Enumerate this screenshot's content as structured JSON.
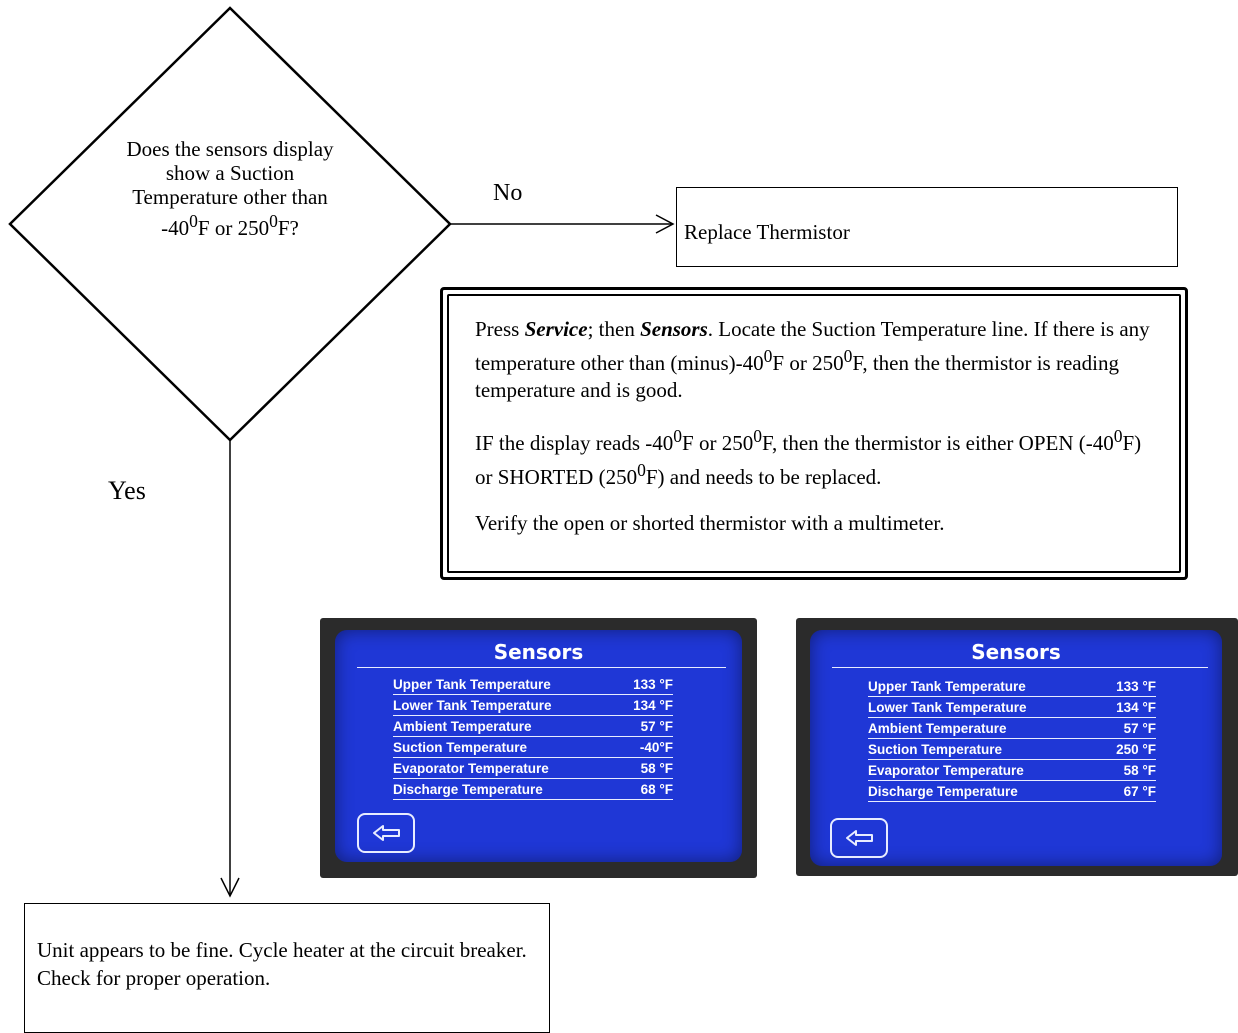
{
  "decision": {
    "question_html": "Does the sensors display show a Suction Temperature other than -40<sup>0</sup>F or 250<sup>0</sup>F?"
  },
  "branches": {
    "no_label": "No",
    "yes_label": "Yes"
  },
  "replace_box": {
    "text": "Replace Thermistor"
  },
  "note_box": {
    "paragraph1_html": "Press <b><i>Service</i></b>; then <b><i>Sensors</i></b>. Locate the Suction Temperature line. If there is any temperature other than (minus)-40<sup>0</sup>F or 250<sup>0</sup>F, then the thermistor is reading temperature and is good.",
    "paragraph2_html": "IF the display reads -40<sup>0</sup>F or 250<sup>0</sup>F, then the thermistor is either OPEN (-40<sup>0</sup>F) or SHORTED (250<sup>0</sup>F) and needs to be replaced.",
    "paragraph3": "Verify the open or shorted thermistor with a multimeter."
  },
  "fine_box": {
    "text": "Unit appears to be fine. Cycle heater at the circuit breaker. Check for proper operation."
  },
  "screens": [
    {
      "title": "Sensors",
      "rows": [
        {
          "name": "Upper Tank Temperature",
          "value": "133 °F"
        },
        {
          "name": "Lower Tank Temperature",
          "value": "134 °F"
        },
        {
          "name": "Ambient Temperature",
          "value": "57 °F"
        },
        {
          "name": "Suction Temperature",
          "value": "-40°F"
        },
        {
          "name": "Evaporator Temperature",
          "value": "58 °F"
        },
        {
          "name": "Discharge Temperature",
          "value": "68 °F"
        }
      ],
      "back_icon": "back-arrow-icon"
    },
    {
      "title": "Sensors",
      "rows": [
        {
          "name": "Upper Tank Temperature",
          "value": "133 °F"
        },
        {
          "name": "Lower Tank Temperature",
          "value": "134 °F"
        },
        {
          "name": "Ambient Temperature",
          "value": "57 °F"
        },
        {
          "name": "Suction Temperature",
          "value": "250 °F"
        },
        {
          "name": "Evaporator Temperature",
          "value": "58 °F"
        },
        {
          "name": "Discharge Temperature",
          "value": "67 °F"
        }
      ],
      "back_icon": "back-arrow-icon"
    }
  ],
  "colors": {
    "screen_blue": "#1f37d6",
    "bezel": "#2b2b2b",
    "line": "#000000"
  }
}
